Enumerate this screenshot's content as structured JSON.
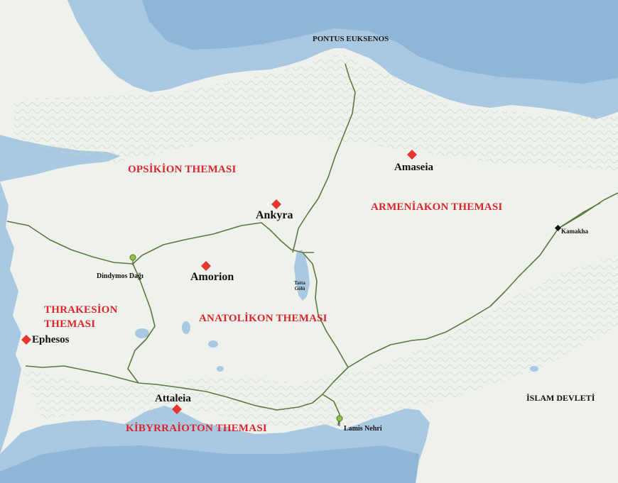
{
  "colors": {
    "sea": "#a9c9e2",
    "land": "#eef1ec",
    "border": "#5c7a3c",
    "theme_label": "#d9262b",
    "city_marker": "#e8352e",
    "black_marker": "#111111"
  },
  "map": {
    "sea_label": "PONTUS EUKSENOS",
    "themes": [
      {
        "id": "opsikion",
        "label": "OPSİKİON THEMASI"
      },
      {
        "id": "armeniakon",
        "label": "ARMENİAKON THEMASI"
      },
      {
        "id": "thrakesion",
        "label": "THRAKESİON THEMASI"
      },
      {
        "id": "anatolikon",
        "label": "ANATOLİKON THEMASI"
      },
      {
        "id": "kibyrraioton",
        "label": "KİBYRRAİOTON THEMASI"
      }
    ],
    "region_label": "İSLAM DEVLETİ",
    "cities": [
      {
        "id": "amaseia",
        "label": "Amaseia",
        "icon": "red-diamond"
      },
      {
        "id": "ankyra",
        "label": "Ankyra",
        "icon": "red-diamond"
      },
      {
        "id": "amorion",
        "label": "Amorion",
        "icon": "red-diamond"
      },
      {
        "id": "ephesos",
        "label": "Ephesos",
        "icon": "red-diamond"
      },
      {
        "id": "attaleia",
        "label": "Attaleia",
        "icon": "red-diamond"
      },
      {
        "id": "kamakha",
        "label": "Kamakha",
        "icon": "black-diamond"
      }
    ],
    "pins": [
      {
        "id": "dindymos",
        "label": "Dindymos Dağı",
        "icon": "green-pin"
      },
      {
        "id": "lamis",
        "label": "Lamis Nehri",
        "icon": "green-pin"
      }
    ],
    "lake_label": "Tatta Gölü"
  }
}
